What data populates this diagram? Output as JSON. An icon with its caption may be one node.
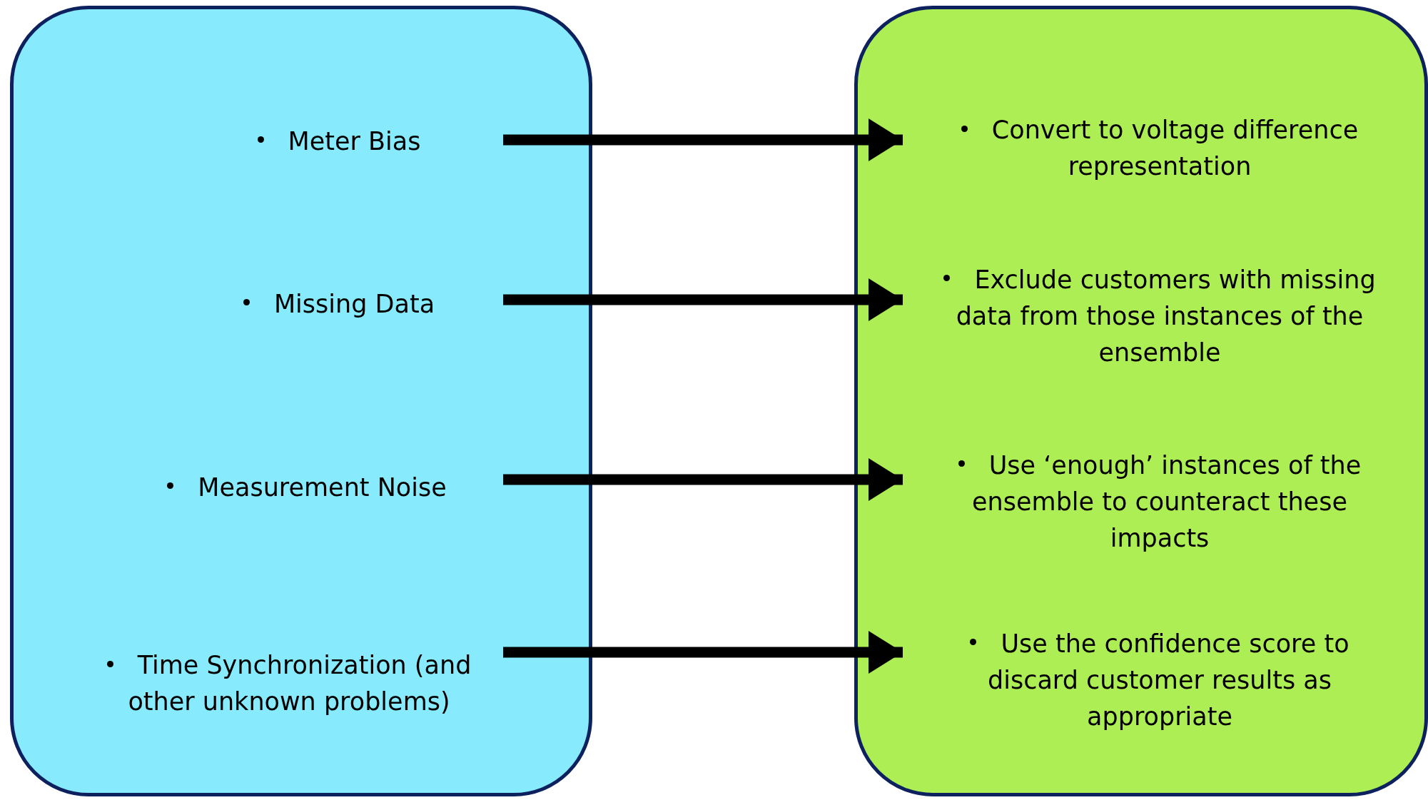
{
  "diagram": {
    "nodes": [
      {
        "text": [],
        "shape": "box"
      },
      {
        "text": [
          "Meter Bias"
        ],
        "in": 0
      },
      {
        "text": [
          "Missing Data"
        ],
        "in": 0
      },
      {
        "text": [
          "Measurement Noise"
        ],
        "in": 0
      },
      {
        "text": [
          "Time Synchronization (and other unknown problems)"
        ],
        "in": 0
      },
      {
        "text": [],
        "shape": "box"
      },
      {
        "text": [
          "Convert to voltage difference representation"
        ],
        "in": 5
      },
      {
        "text": [
          "Exclude customers with missing data from those instances of the ensemble"
        ],
        "in": 5
      },
      {
        "text": [
          "Use ‘enough’ instances of the ensemble to counteract these impacts"
        ],
        "in": 5
      },
      {
        "text": [
          "Use the confidence score to discard customer results as appropriate"
        ],
        "in": 5
      }
    ],
    "edges": [
      {
        "from": 1,
        "to": 6,
        "arrow": "to"
      },
      {
        "from": 2,
        "to": 7,
        "arrow": "to"
      },
      {
        "from": 3,
        "to": 8,
        "arrow": "to"
      },
      {
        "from": 4,
        "to": 9,
        "arrow": "to"
      }
    ]
  }
}
